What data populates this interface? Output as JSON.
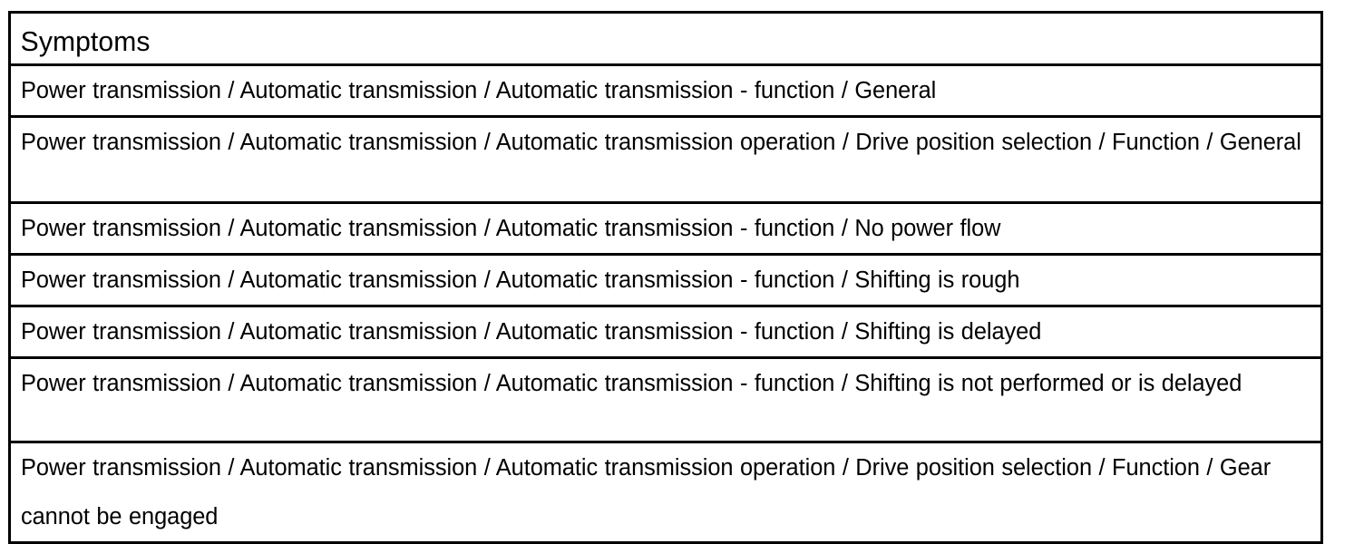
{
  "table": {
    "header": {
      "column_label": "Symptoms"
    },
    "rows": [
      {
        "symptom": "Power transmission / Automatic transmission / Automatic transmission - function / General"
      },
      {
        "symptom": "Power transmission / Automatic transmission / Automatic transmission operation / Drive position selection / Function / General"
      },
      {
        "symptom": "Power transmission / Automatic transmission / Automatic transmission - function / No power flow"
      },
      {
        "symptom": "Power transmission / Automatic transmission / Automatic transmission - function / Shifting is rough"
      },
      {
        "symptom": "Power transmission / Automatic transmission / Automatic transmission - function / Shifting is delayed"
      },
      {
        "symptom": "Power transmission / Automatic transmission / Automatic transmission - function / Shifting is not performed or is delayed"
      },
      {
        "symptom": "Power transmission / Automatic transmission / Automatic transmission operation / Drive position selection / Function / Gear cannot be engaged"
      }
    ]
  },
  "colors": {
    "border": "#000000",
    "text": "#000000",
    "background": "#ffffff"
  }
}
